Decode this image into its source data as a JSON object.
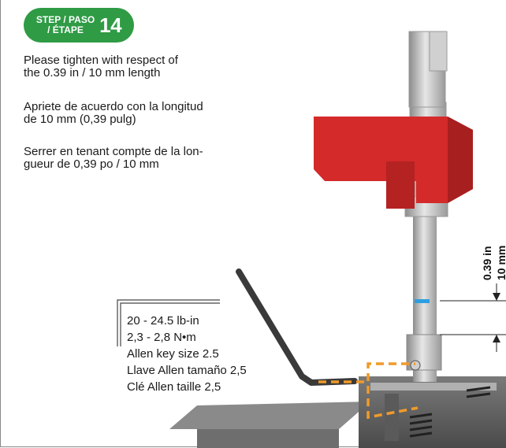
{
  "step": {
    "label_line1": "STEP / PASO",
    "label_line2": "/ ÉTAPE",
    "number": "14",
    "color": "#2f9b45"
  },
  "instructions": {
    "english": [
      "Please tighten with respect of",
      "the 0.39 in / 10 mm length"
    ],
    "spanish": [
      "Apriete de acuerdo con la longitud",
      "de 10 mm (0,39 pulg)"
    ],
    "french": [
      "Serrer en tenant compte de la lon-",
      "gueur de 0,39 po / 10 mm"
    ]
  },
  "torque_spec": {
    "line1": "20 - 24.5 lb-in",
    "line2": "2,3 - 2,8 N•m",
    "line3": "Allen key size 2.5",
    "line4": "Llave Allen tamaño 2,5",
    "line5": "Clé Allen taille 2,5"
  },
  "dimension": {
    "inches": "0.39 in",
    "mm": "10 mm"
  },
  "colors": {
    "body_red": "#d42a2a",
    "guide_orange": "#f09a2a",
    "marker_blue": "#2e9fe0"
  }
}
